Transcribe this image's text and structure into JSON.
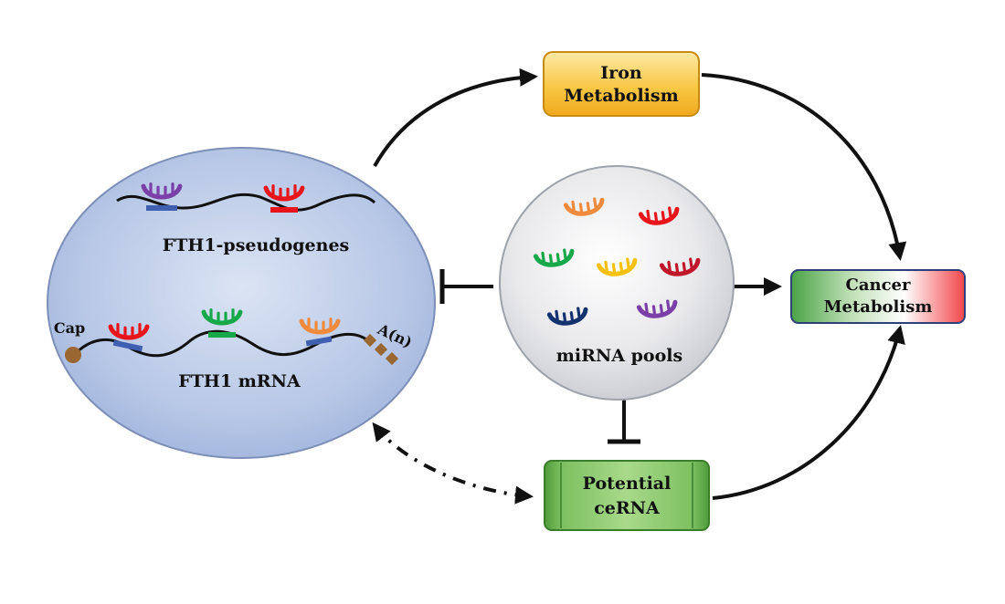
{
  "nodes": {
    "fth1_cell": {
      "pseudogene_label": "FTH1-pseudogenes",
      "mrna_label": "FTH1 mRNA",
      "cap_label": "Cap",
      "polya_label": "A(n)"
    },
    "mirna_pool": {
      "label": "miRNA pools"
    },
    "iron_metabolism": {
      "line1": "Iron",
      "line2": "Metabolism"
    },
    "cancer_metabolism": {
      "line1": "Cancer",
      "line2": "Metabolism"
    },
    "potential_cerna": {
      "line1": "Potential",
      "line2": "ceRNA"
    }
  },
  "edges": [
    {
      "from": "fth1_cell",
      "to": "iron_metabolism",
      "type": "activation"
    },
    {
      "from": "iron_metabolism",
      "to": "cancer_metabolism",
      "type": "activation"
    },
    {
      "from": "mirna_pool",
      "to": "cancer_metabolism",
      "type": "activation"
    },
    {
      "from": "mirna_pool",
      "to": "fth1_cell",
      "type": "inhibition"
    },
    {
      "from": "mirna_pool",
      "to": "potential_cerna",
      "type": "inhibition"
    },
    {
      "from": "potential_cerna",
      "to": "cancer_metabolism",
      "type": "activation"
    },
    {
      "from": "fth1_cell",
      "to": "potential_cerna",
      "type": "bidirectional-dashed"
    }
  ],
  "colors": {
    "mirna_orange": "#f08a3c",
    "mirna_red": "#e8141b",
    "mirna_green": "#17a84a",
    "mirna_yellow": "#f5c10d",
    "mirna_crimson": "#c0182b",
    "mirna_navy": "#14336e",
    "mirna_purple": "#7b3fa8",
    "cell_fill": "#b7c7e6",
    "iron_box": "#f8c846",
    "cerna_box": "#6ab04c",
    "cap_brown": "#9a6632",
    "binding_blue": "#3f5fb0",
    "binding_red": "#e8141b",
    "binding_green": "#17a84a"
  }
}
